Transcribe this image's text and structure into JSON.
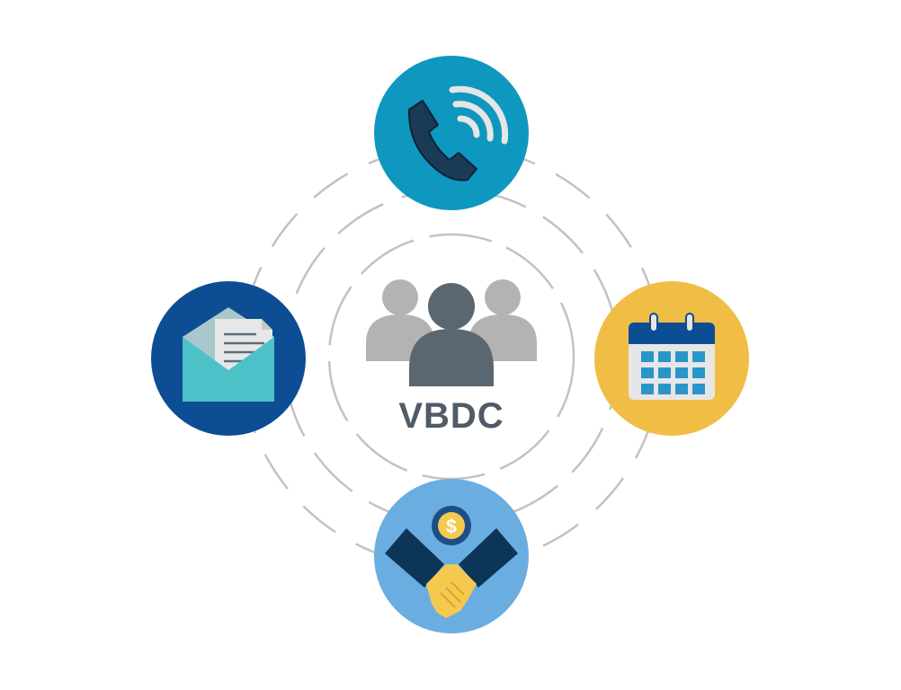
{
  "center": {
    "label": "VBDC",
    "icon": "team-icon",
    "colors": {
      "front_person": "#5a6670",
      "back_people": "#b3b3b3",
      "label": "#4f5b66"
    }
  },
  "nodes": [
    {
      "id": "phone",
      "icon": "phone-call-icon",
      "color": "#0e97bf"
    },
    {
      "id": "email",
      "icon": "envelope-document-icon",
      "color": "#0d4d93"
    },
    {
      "id": "calendar",
      "icon": "calendar-icon",
      "color": "#f0bd45"
    },
    {
      "id": "deal",
      "icon": "handshake-dollar-icon",
      "color": "#6aade0"
    }
  ],
  "ring_color": "#c2c2c2"
}
